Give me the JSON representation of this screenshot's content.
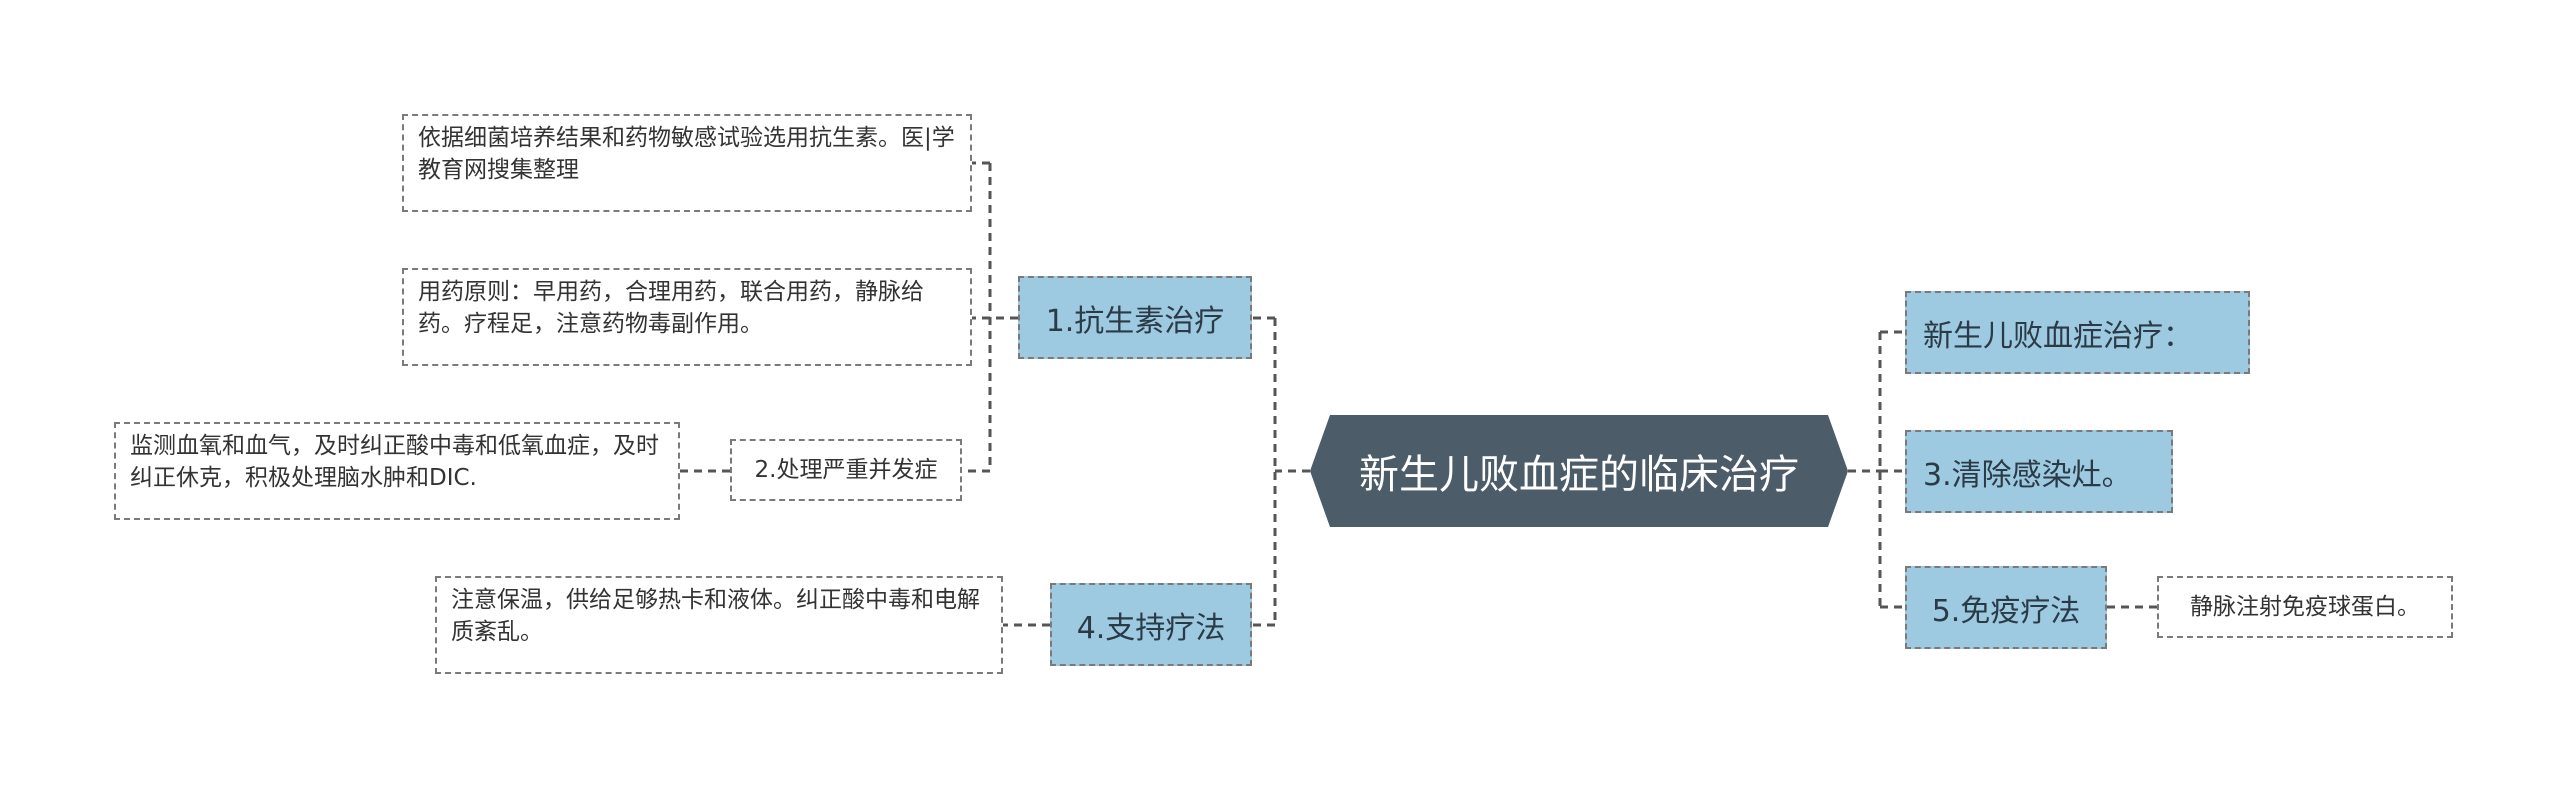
{
  "center": "新生儿败血症的临床治疗",
  "left": {
    "antibiotic": {
      "label": "1.抗生素治疗",
      "details": [
        "依据细菌培养结果和药物敏感试验选用抗生素。医|学教育网搜集整理",
        "用药原则：早用药，合理用药，联合用药，静脉给药。疗程足，注意药物毒副作用。"
      ]
    },
    "complication": {
      "label": "2.处理严重并发症",
      "detail": "监测血氧和血气，及时纠正酸中毒和低氧血症，及时纠正休克，积极处理脑水肿和DIC."
    },
    "support": {
      "label": "4.支持疗法",
      "detail": "注意保温，供给足够热卡和液体。纠正酸中毒和电解质紊乱。"
    }
  },
  "right": {
    "title": "新生儿败血症治疗：",
    "infection": "3.清除感染灶。",
    "immune": {
      "label": "5.免疫疗法",
      "detail": "静脉注射免疫球蛋白。"
    }
  },
  "colors": {
    "center_fill": "#4d5c69",
    "topic_fill": "#9ecae1",
    "connector": "#555555",
    "dashed_border": "#7a7a7a"
  }
}
